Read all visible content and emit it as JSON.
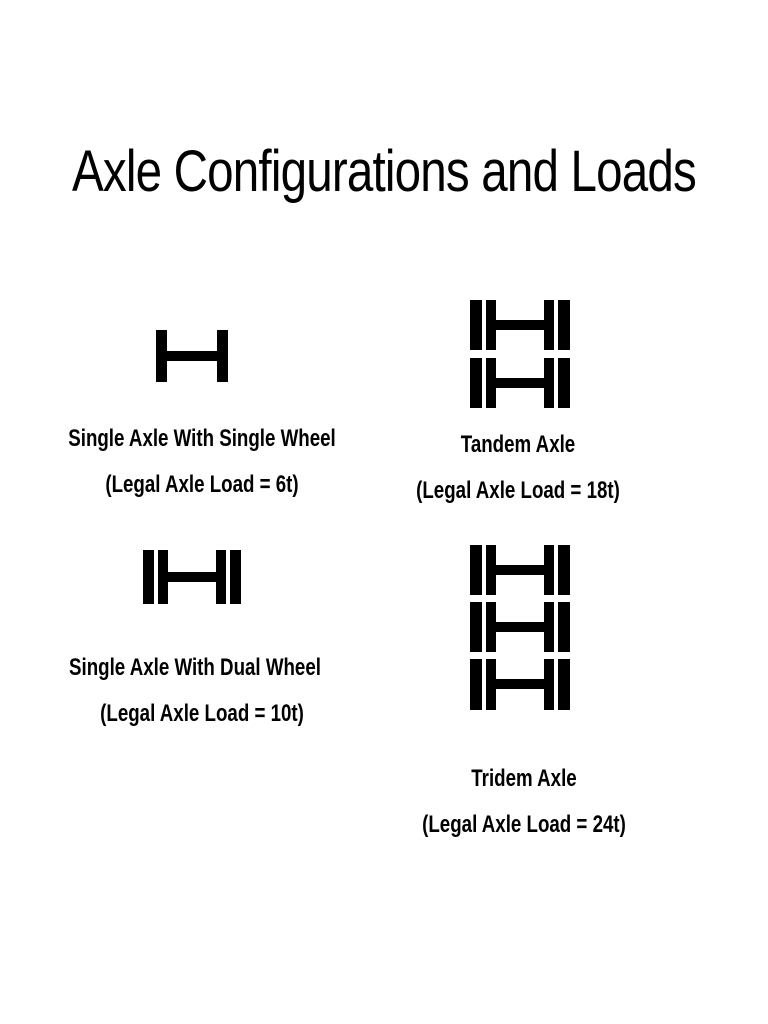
{
  "page": {
    "title": "Axle Configurations and Loads"
  },
  "configurations": [
    {
      "name": "Single Axle With Single Wheel",
      "load": "(Legal Axle Load = 6t)",
      "axle_count": 1,
      "wheel_type": "single"
    },
    {
      "name": "Tandem Axle",
      "load": "(Legal Axle Load = 18t)",
      "axle_count": 2,
      "wheel_type": "dual"
    },
    {
      "name": "Single Axle With Dual Wheel",
      "load": "(Legal Axle Load = 10t)",
      "axle_count": 1,
      "wheel_type": "dual"
    },
    {
      "name": "Tridem Axle",
      "load": "(Legal Axle Load = 24t)",
      "axle_count": 3,
      "wheel_type": "dual"
    }
  ],
  "colors": {
    "ink": "#000000",
    "background": "#ffffff"
  }
}
